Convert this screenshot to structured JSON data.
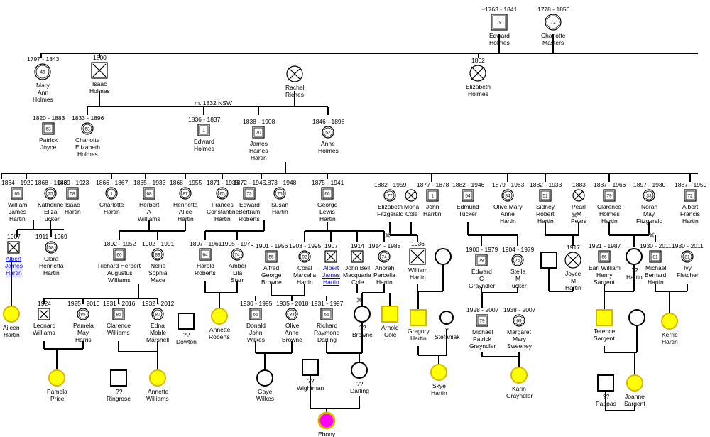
{
  "people": [
    {
      "id": "edward_holmes_sr",
      "dates": "~1763 - 1841",
      "age": "78",
      "sex": "m",
      "name": [
        "Edward",
        "Holmes"
      ],
      "style": "normal"
    },
    {
      "id": "charlotte_masters",
      "dates": "1778 - 1850",
      "age": "72",
      "sex": "f",
      "name": [
        "Charlotte",
        "Masters"
      ],
      "style": "normal"
    },
    {
      "id": "mary_ann_holmes",
      "dates": "1797 - 1843",
      "age": "46",
      "sex": "f",
      "name": [
        "Mary",
        "Ann",
        "Holmes"
      ],
      "style": "normal"
    },
    {
      "id": "isaac_holmes",
      "dates": "1800",
      "age": "",
      "sex": "m",
      "name": [
        "Isaac",
        "Holmes"
      ],
      "style": "deceased"
    },
    {
      "id": "rachel_riches",
      "dates": "",
      "age": "",
      "sex": "f",
      "name": [
        "Rachel",
        "Riches"
      ],
      "style": "deceased"
    },
    {
      "id": "elizabeth_holmes",
      "dates": "1802",
      "age": "",
      "sex": "f",
      "name": [
        "Elizabeth",
        "Holmes"
      ],
      "style": "deceased"
    },
    {
      "id": "patrick_joyce",
      "dates": "1820 - 1883",
      "age": "63",
      "sex": "m",
      "name": [
        "Patrick",
        "Joyce"
      ],
      "style": "normal"
    },
    {
      "id": "charlotte_e_holmes",
      "dates": "1833 - 1896",
      "age": "63",
      "sex": "f",
      "name": [
        "Charlotte",
        "Elizabeth",
        "Holmes"
      ],
      "style": "normal"
    },
    {
      "id": "edward_holmes_jr",
      "dates": "1836 - 1837",
      "age": "1",
      "sex": "m",
      "name": [
        "Edward",
        "Holmes"
      ],
      "style": "normal"
    },
    {
      "id": "james_haines_hartin",
      "dates": "1838 - 1908",
      "age": "70",
      "sex": "m",
      "name": [
        "James",
        "Haines",
        "Hartin"
      ],
      "style": "normal"
    },
    {
      "id": "anne_holmes",
      "dates": "1846 - 1898",
      "age": "52",
      "sex": "f",
      "name": [
        "Anne",
        "Holmes"
      ],
      "style": "normal"
    },
    {
      "id": "william_james_hartin",
      "dates": "1864 - 1929",
      "age": "65",
      "sex": "m",
      "name": [
        "William",
        "James",
        "Hartin"
      ],
      "style": "normal"
    },
    {
      "id": "katherine_eliza_tucker",
      "dates": "1868 - 1943",
      "age": "75",
      "sex": "f",
      "name": [
        "Katherine",
        "Eliza",
        "Tucker"
      ],
      "style": "normal"
    },
    {
      "id": "isaac_hartin",
      "dates": "1869 - 1923",
      "age": "58",
      "sex": "m",
      "name": [
        "Isaac",
        "Hartin"
      ],
      "style": "normal"
    },
    {
      "id": "charlotte_hartin",
      "dates": "1866 - 1867",
      "age": "1",
      "sex": "f",
      "name": [
        "Charlotte",
        "Hartin"
      ],
      "style": "normal"
    },
    {
      "id": "herbert_a_williams",
      "dates": "1865 - 1933",
      "age": "68",
      "sex": "m",
      "name": [
        "Herbert",
        "A",
        "Williams"
      ],
      "style": "normal"
    },
    {
      "id": "henrietta_alice_hartin",
      "dates": "1868 - 1955",
      "age": "87",
      "sex": "f",
      "name": [
        "Henrietta",
        "Alice",
        "Hartin"
      ],
      "style": "normal"
    },
    {
      "id": "frances_c_hartin",
      "dates": "1871 - 1936",
      "age": "65",
      "sex": "f",
      "name": [
        "Frances",
        "Constantine",
        "Hartin"
      ],
      "style": "normal"
    },
    {
      "id": "edward_b_roberts",
      "dates": "1872 - 1945",
      "age": "73",
      "sex": "m",
      "name": [
        "Edward",
        "Bertram",
        "Roberts"
      ],
      "style": "normal"
    },
    {
      "id": "susan_hartin",
      "dates": "1873 - 1948",
      "age": "75",
      "sex": "f",
      "name": [
        "Susan",
        "Hartin"
      ],
      "style": "normal"
    },
    {
      "id": "george_lewis_hartin",
      "dates": "1875 - 1941",
      "age": "66",
      "sex": "m",
      "name": [
        "George",
        "Lewis",
        "Hartin"
      ],
      "style": "normal"
    },
    {
      "id": "elizabeth_fitzgerald",
      "dates": "1882 - 1959",
      "age": "77",
      "sex": "f",
      "name": [
        "Elizabeth",
        "Fitzgerald"
      ],
      "style": "normal"
    },
    {
      "id": "mona_cole",
      "dates": "",
      "age": "",
      "sex": "f",
      "name": [
        "Mona",
        "Cole"
      ],
      "style": "deceased"
    },
    {
      "id": "john_harrtin",
      "dates": "1877 - 1878",
      "age": "1",
      "sex": "m",
      "name": [
        "John",
        "Harrtin"
      ],
      "style": "normal"
    },
    {
      "id": "edmund_tucker",
      "dates": "1882 - 1946",
      "age": "64",
      "sex": "m",
      "name": [
        "Edmund",
        "Tucker"
      ],
      "style": "normal"
    },
    {
      "id": "olive_mary_anne_hartin",
      "dates": "1879 - 1963",
      "age": "84",
      "sex": "f",
      "name": [
        "Olive Mary",
        "Anne",
        "Hartin"
      ],
      "style": "normal"
    },
    {
      "id": "sidney_robert_hartin",
      "dates": "1882 - 1933",
      "age": "51",
      "sex": "m",
      "name": [
        "Sidney",
        "Robert",
        "Hartin"
      ],
      "style": "normal"
    },
    {
      "id": "pearl_m_pears",
      "dates": "1883",
      "age": "",
      "sex": "f",
      "name": [
        "Pearl",
        "M",
        "Pears"
      ],
      "style": "deceased"
    },
    {
      "id": "clarence_holmes_hartin",
      "dates": "1887 - 1966",
      "age": "79",
      "sex": "m",
      "name": [
        "Clarence",
        "Holmes",
        "Hartin"
      ],
      "style": "normal"
    },
    {
      "id": "norah_may_fitzgerald",
      "dates": "1897 - 1930",
      "age": "33",
      "sex": "f",
      "name": [
        "Norah",
        "May",
        "Fitzgerald"
      ],
      "style": "normal"
    },
    {
      "id": "albert_francis_hartin",
      "dates": "1887 - 1959",
      "age": "72",
      "sex": "m",
      "name": [
        "Albert",
        "Francis",
        "Hartin"
      ],
      "style": "normal"
    },
    {
      "id": "albert_james_hartin_a",
      "dates": "1907",
      "age": "",
      "sex": "m",
      "name": [
        "Albert",
        "James",
        "Hartin"
      ],
      "style": "deceased",
      "link": true
    },
    {
      "id": "clara_henrietta_hartin",
      "dates": "1911 - 1969",
      "age": "58",
      "sex": "f",
      "name": [
        "Clara",
        "Henrietta",
        "Hartin"
      ],
      "style": "normal"
    },
    {
      "id": "richard_herbert_a_williams",
      "dates": "1892 - 1952",
      "age": "60",
      "sex": "m",
      "name": [
        "Richard Herbert",
        "Augustus",
        "Williams"
      ],
      "style": "normal"
    },
    {
      "id": "nellie_sophia_mace",
      "dates": "1902 - 1991",
      "age": "89",
      "sex": "f",
      "name": [
        "Nellie",
        "Sophia",
        "Mace"
      ],
      "style": "normal"
    },
    {
      "id": "harold_roberts",
      "dates": "1897 - 1961",
      "age": "64",
      "sex": "m",
      "name": [
        "Harold",
        "Roberts"
      ],
      "style": "normal"
    },
    {
      "id": "amber_lila_starr",
      "dates": "1905 - 1979",
      "age": "74",
      "sex": "f",
      "name": [
        "Amber",
        "Lila",
        "Starr"
      ],
      "style": "normal"
    },
    {
      "id": "alfred_george_browne",
      "dates": "1901 - 1956",
      "age": "55",
      "sex": "m",
      "name": [
        "Alfred",
        "George",
        "Browne"
      ],
      "style": "normal"
    },
    {
      "id": "coral_marcella_hartin",
      "dates": "1903 - 1995",
      "age": "92",
      "sex": "f",
      "name": [
        "Coral",
        "Marcella",
        "Hartin"
      ],
      "style": "normal"
    },
    {
      "id": "albert_james_hartin_b",
      "dates": "1907",
      "age": "",
      "sex": "m",
      "name": [
        "Albert",
        "James",
        "Hartin"
      ],
      "style": "deceased",
      "link": true
    },
    {
      "id": "john_bell_macquarie_cole",
      "dates": "1914",
      "age": "",
      "sex": "m",
      "name": [
        "John Bell",
        "Macquarie",
        "Cole"
      ],
      "style": "deceased"
    },
    {
      "id": "anorah_percella_hartin",
      "dates": "1914 - 1988",
      "age": "74",
      "sex": "f",
      "name": [
        "Anorah",
        "Percella",
        "Hartin"
      ],
      "style": "normal"
    },
    {
      "id": "william_hartin",
      "dates": "1936",
      "age": "",
      "sex": "m",
      "name": [
        "William",
        "Hartin"
      ],
      "style": "deceased"
    },
    {
      "id": "f_unknown_william",
      "dates": "",
      "age": "",
      "sex": "f",
      "name": [],
      "style": "plain"
    },
    {
      "id": "edward_c_grayndler",
      "dates": "1900 - 1979",
      "age": "79",
      "sex": "m",
      "name": [
        "Edward",
        "C",
        "Grayndler"
      ],
      "style": "normal"
    },
    {
      "id": "stella_m_tucker",
      "dates": "1904 - 1979",
      "age": "75",
      "sex": "f",
      "name": [
        "Stella",
        "M",
        "Tucker"
      ],
      "style": "normal"
    },
    {
      "id": "m_unknown_joyce",
      "dates": "",
      "age": "",
      "sex": "m",
      "name": [],
      "style": "plain"
    },
    {
      "id": "joyce_m_hartin",
      "dates": "1917",
      "age": "",
      "sex": "f",
      "name": [
        "Joyce",
        "M",
        "Hartin"
      ],
      "style": "deceased"
    },
    {
      "id": "earl_william_henry_sargent",
      "dates": "1921 - 1987",
      "age": "66",
      "sex": "m",
      "name": [
        "Earl William",
        "Henry",
        "Sargent"
      ],
      "style": "normal"
    },
    {
      "id": "qq_hartin_f",
      "dates": "",
      "age": "",
      "sex": "f",
      "name": [
        "??",
        "Hartin"
      ],
      "style": "plain"
    },
    {
      "id": "michael_bernard_hartin",
      "dates": "1930 - 2011",
      "age": "81",
      "sex": "m",
      "name": [
        "Michael",
        "Bernard",
        "Hartin"
      ],
      "style": "normal"
    },
    {
      "id": "ivy_fletcher",
      "dates": "1930 - 2011",
      "age": "81",
      "sex": "f",
      "name": [
        "Ivy",
        "Fletcher"
      ],
      "style": "normal"
    },
    {
      "id": "aileen_hartin",
      "dates": "",
      "age": "",
      "sex": "f",
      "name": [
        "Aileen",
        "Hartin"
      ],
      "style": "living"
    },
    {
      "id": "leonard_williams",
      "dates": "1924",
      "age": "",
      "sex": "m",
      "name": [
        "Leonard",
        "Williams"
      ],
      "style": "deceased"
    },
    {
      "id": "pamela_may_harris",
      "dates": "1925 - 2010",
      "age": "85",
      "sex": "f",
      "name": [
        "Pamela",
        "May",
        "Harris"
      ],
      "style": "normal"
    },
    {
      "id": "clarence_williams",
      "dates": "1931 - 2016",
      "age": "85",
      "sex": "m",
      "name": [
        "Clarence",
        "Williams"
      ],
      "style": "normal"
    },
    {
      "id": "edna_mable_marshell",
      "dates": "1932 - 2012",
      "age": "80",
      "sex": "f",
      "name": [
        "Edna",
        "Mable",
        "Marshell"
      ],
      "style": "normal"
    },
    {
      "id": "qq_dowton",
      "dates": "",
      "age": "",
      "sex": "m",
      "name": [
        "??",
        "Dowton"
      ],
      "style": "plain"
    },
    {
      "id": "annette_roberts",
      "dates": "",
      "age": "",
      "sex": "f",
      "name": [
        "Annette",
        "Roberts"
      ],
      "style": "living"
    },
    {
      "id": "donald_john_wilkes",
      "dates": "1930 - 1995",
      "age": "65",
      "sex": "m",
      "name": [
        "Donald",
        "John",
        "Wilkes"
      ],
      "style": "normal"
    },
    {
      "id": "olive_anne_browne",
      "dates": "1935 - 2018",
      "age": "83",
      "sex": "f",
      "name": [
        "Olive",
        "Anne",
        "Browne"
      ],
      "style": "normal"
    },
    {
      "id": "richard_raymond_darling",
      "dates": "1931 - 1997",
      "age": "66",
      "sex": "m",
      "name": [
        "Richard",
        "Raymond",
        "Darling"
      ],
      "style": "normal"
    },
    {
      "id": "qq_browne",
      "dates": "",
      "age": "",
      "sex": "f",
      "name": [
        "??",
        "Browne"
      ],
      "style": "plain"
    },
    {
      "id": "arnold_cole",
      "dates": "",
      "age": "",
      "sex": "m",
      "name": [
        "Arnold",
        "Cole"
      ],
      "style": "living"
    },
    {
      "id": "gregory_hartin",
      "dates": "",
      "age": "",
      "sex": "m",
      "name": [
        "Gregory",
        "Hartin"
      ],
      "style": "living"
    },
    {
      "id": "q_stefaniak",
      "dates": "",
      "age": "",
      "sex": "f",
      "name": [
        "?",
        "Stefaniak"
      ],
      "style": "plain"
    },
    {
      "id": "michael_patrick_grayndler",
      "dates": "1928 - 2007",
      "age": "79",
      "sex": "m",
      "name": [
        "Michael",
        "Patrick",
        "Grayndler"
      ],
      "style": "normal"
    },
    {
      "id": "margaret_mary_sweeney",
      "dates": "1938 - 2007",
      "age": "69",
      "sex": "f",
      "name": [
        "Margaret",
        "Mary",
        "Sweeney"
      ],
      "style": "normal"
    },
    {
      "id": "terence_sargent",
      "dates": "",
      "age": "",
      "sex": "m",
      "name": [
        "Terence",
        "Sargent"
      ],
      "style": "living"
    },
    {
      "id": "f_unknown_sargent",
      "dates": "",
      "age": "",
      "sex": "f",
      "name": [],
      "style": "plain"
    },
    {
      "id": "kerrie_hartin",
      "dates": "",
      "age": "",
      "sex": "f",
      "name": [
        "Kerrie",
        "Hartin"
      ],
      "style": "living"
    },
    {
      "id": "pamela_price",
      "dates": "",
      "age": "",
      "sex": "f",
      "name": [
        "Pamela",
        "Price"
      ],
      "style": "living"
    },
    {
      "id": "qq_ringrose",
      "dates": "",
      "age": "",
      "sex": "m",
      "name": [
        "??",
        "Ringrose"
      ],
      "style": "plain"
    },
    {
      "id": "annette_williams",
      "dates": "",
      "age": "",
      "sex": "f",
      "name": [
        "Annette",
        "Williams"
      ],
      "style": "living"
    },
    {
      "id": "gaye_wilkes",
      "dates": "",
      "age": "",
      "sex": "f",
      "name": [
        "Gaye",
        "Wilkes"
      ],
      "style": "plain"
    },
    {
      "id": "qq_wightman",
      "dates": "",
      "age": "",
      "sex": "m",
      "name": [
        "??",
        "Wightman"
      ],
      "style": "plain"
    },
    {
      "id": "qq_darling",
      "dates": "",
      "age": "",
      "sex": "f",
      "name": [
        "??",
        "Darling"
      ],
      "style": "plain"
    },
    {
      "id": "skye_hartin",
      "dates": "",
      "age": "",
      "sex": "f",
      "name": [
        "Skye",
        "Hartin"
      ],
      "style": "living"
    },
    {
      "id": "karin_grayndler",
      "dates": "",
      "age": "",
      "sex": "f",
      "name": [
        "Karin",
        "Grayndler"
      ],
      "style": "living"
    },
    {
      "id": "qq_pappas",
      "dates": "",
      "age": "",
      "sex": "m",
      "name": [
        "??",
        "Pappas"
      ],
      "style": "plain"
    },
    {
      "id": "joanne_sargent",
      "dates": "",
      "age": "",
      "sex": "f",
      "name": [
        "Joanne",
        "Sargent"
      ],
      "style": "living"
    },
    {
      "id": "ebony",
      "dates": "",
      "age": "",
      "sex": "f",
      "name": [
        "Ebony"
      ],
      "style": "focus"
    }
  ],
  "marriage_label": "m. 1832 NSW",
  "colors": {
    "line": "#000000",
    "bar": "#808080",
    "living_fill": "#ffff00",
    "living_stroke": "#d4b800",
    "focus_fill": "#ff00ff",
    "focus_stroke": "#d4b800",
    "divorce": "#808080",
    "link": "#0000ee"
  }
}
